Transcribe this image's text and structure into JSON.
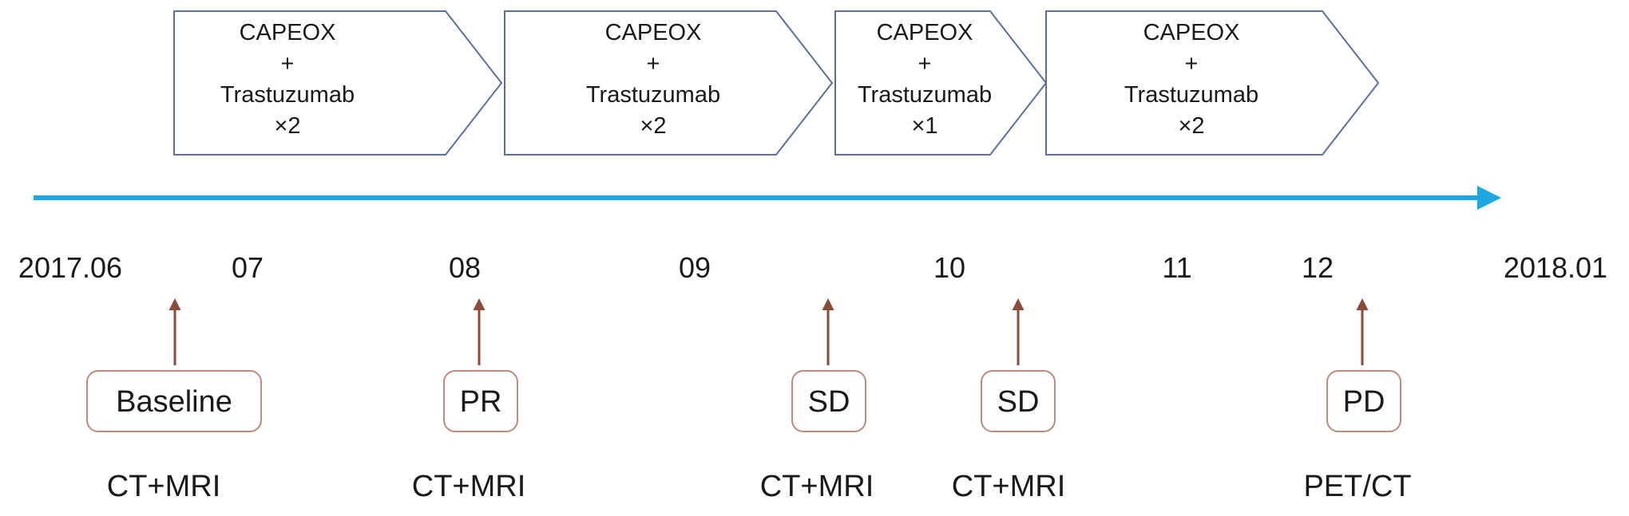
{
  "colors": {
    "timeline": "#1ea7e1",
    "arrow": "#8b4a3a",
    "box_border": "#c08a7a",
    "pentagon_border": "#5b6fa0",
    "text": "#1a1a1a"
  },
  "treatments": [
    {
      "lines": [
        "CAPEOX",
        "+",
        "Trastuzumab",
        "×2"
      ]
    },
    {
      "lines": [
        "CAPEOX",
        "+",
        "Trastuzumab",
        "×2"
      ]
    },
    {
      "lines": [
        "CAPEOX",
        "+",
        "Trastuzumab",
        "×1"
      ]
    },
    {
      "lines": [
        "CAPEOX",
        "+",
        "Trastuzumab",
        "×2"
      ]
    }
  ],
  "months": [
    "2017.06",
    "07",
    "08",
    "09",
    "10",
    "11",
    "12",
    "2018.01"
  ],
  "assessments": [
    {
      "response": "Baseline",
      "exam": "CT+MRI"
    },
    {
      "response": "PR",
      "exam": "CT+MRI"
    },
    {
      "response": "SD",
      "exam": "CT+MRI"
    },
    {
      "response": "SD",
      "exam": "CT+MRI"
    },
    {
      "response": "PD",
      "exam": "PET/CT"
    }
  ]
}
